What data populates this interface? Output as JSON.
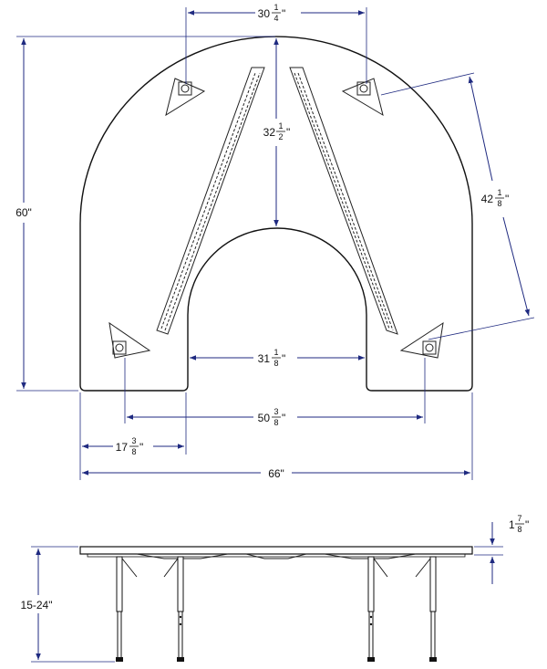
{
  "colors": {
    "dimension": "#1f2a80",
    "outline": "#111111",
    "background": "#ffffff"
  },
  "dimensions": {
    "top_opening": {
      "whole": "30",
      "num": "1",
      "den": "4",
      "unit": "\""
    },
    "inner_depth": {
      "whole": "32",
      "num": "1",
      "den": "2",
      "unit": "\""
    },
    "diagonal_leg": {
      "whole": "42",
      "num": "1",
      "den": "8",
      "unit": "\""
    },
    "overall_depth": {
      "text": "60\""
    },
    "cutout_width": {
      "whole": "31",
      "num": "1",
      "den": "8",
      "unit": "\""
    },
    "leg_spacing": {
      "whole": "50",
      "num": "3",
      "den": "8",
      "unit": "\""
    },
    "arm_width": {
      "whole": "17",
      "num": "3",
      "den": "8",
      "unit": "\""
    },
    "overall_width": {
      "text": "66\""
    },
    "top_thickness": {
      "whole": "1",
      "num": "7",
      "den": "8",
      "unit": "\""
    },
    "height_range": {
      "text": "15-24\""
    }
  }
}
